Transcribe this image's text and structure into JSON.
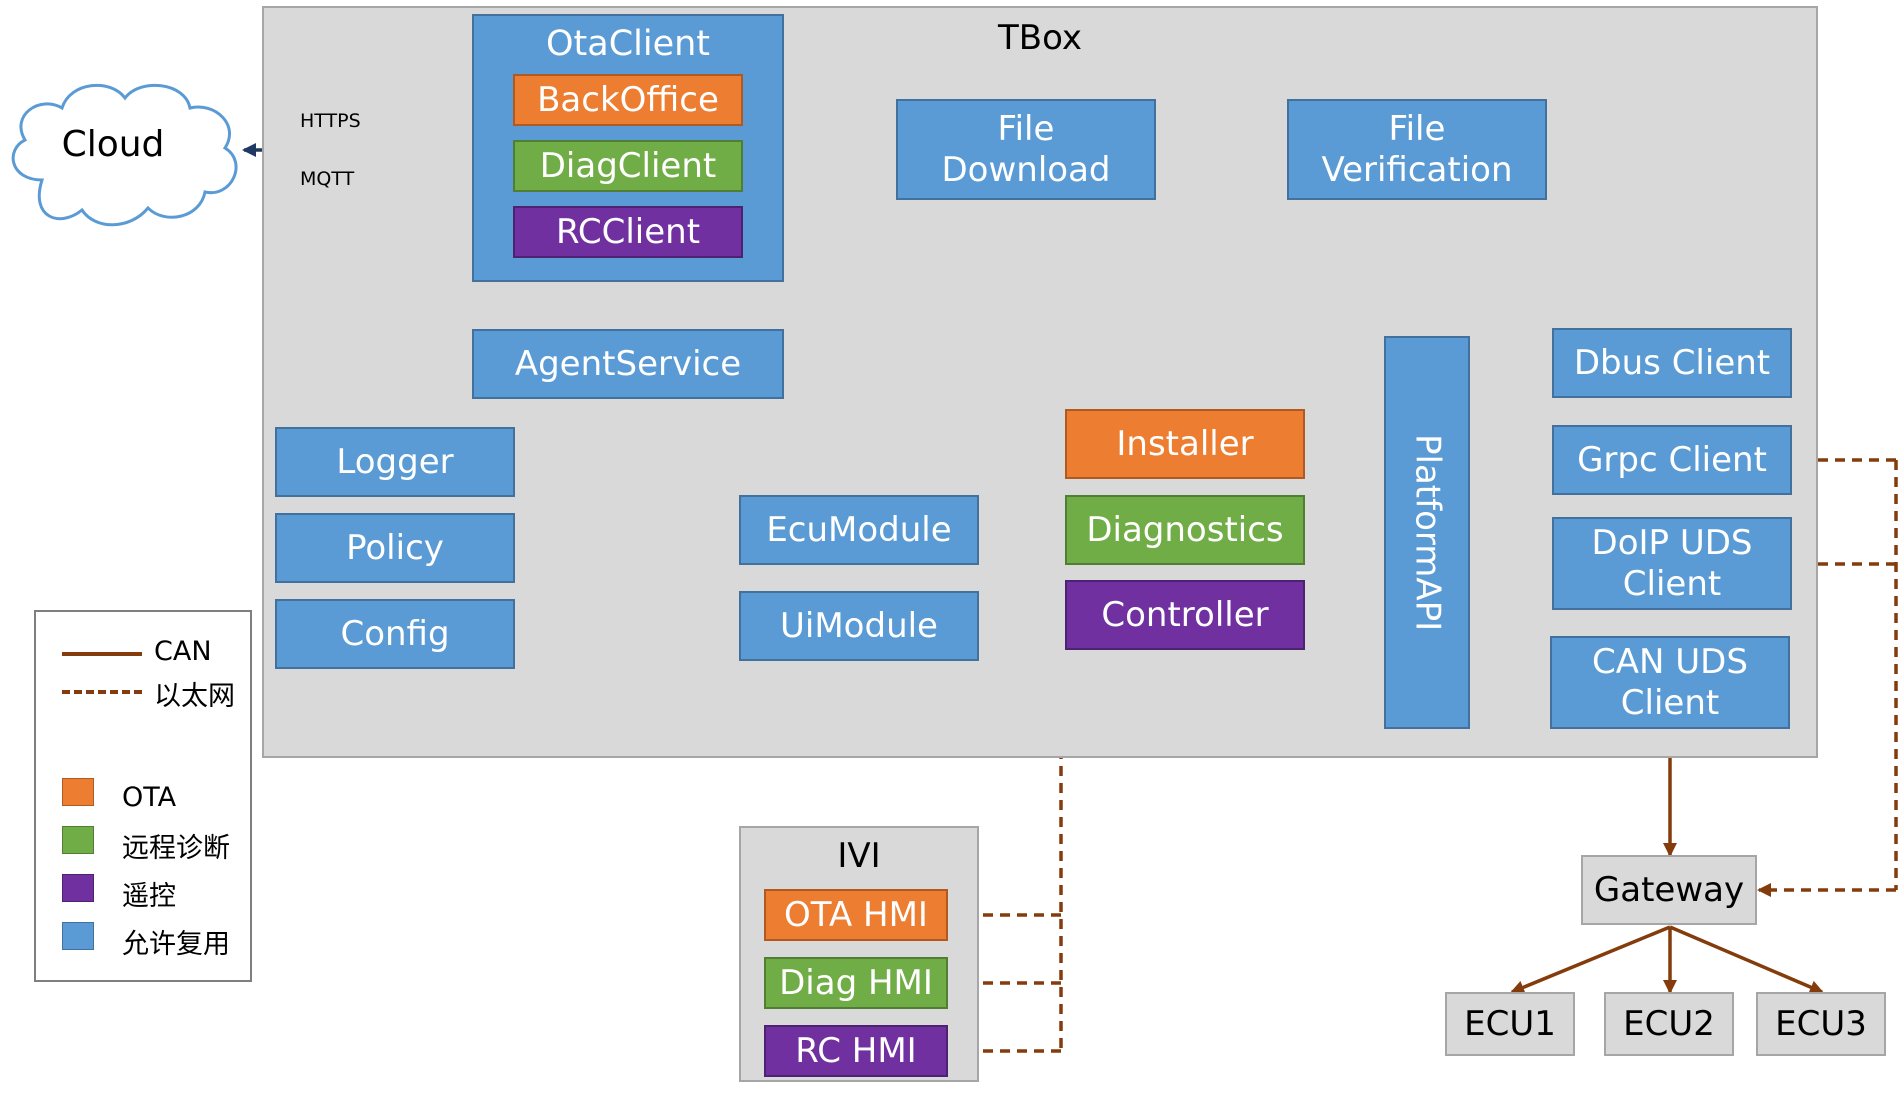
{
  "tbox": {
    "title": "TBox"
  },
  "cloud": {
    "label": "Cloud"
  },
  "protocols": {
    "top": "HTTPS",
    "bottom": "MQTT"
  },
  "ota_client": {
    "title": "OtaClient",
    "items": [
      "BackOffice",
      "DiagClient",
      "RCClient"
    ]
  },
  "file_download": "File\nDownload",
  "file_verification": "File\nVerification",
  "agent_service": "AgentService",
  "logger": "Logger",
  "policy": "Policy",
  "config": "Config",
  "ecu_module": "EcuModule",
  "ui_module": "UiModule",
  "installer": "Installer",
  "diagnostics": "Diagnostics",
  "controller": "Controller",
  "platform_api": "PlatformAPI",
  "dbus_client": "Dbus Client",
  "grpc_client": "Grpc Client",
  "doip_client": "DoIP UDS\nClient",
  "can_client": "CAN UDS\nClient",
  "ivi": {
    "title": "IVI",
    "items": [
      "OTA HMI",
      "Diag HMI",
      "RC HMI"
    ]
  },
  "gateway": "Gateway",
  "ecus": [
    "ECU1",
    "ECU2",
    "ECU3"
  ],
  "legend": {
    "can": "CAN",
    "ethernet": "以太网",
    "ota": "OTA",
    "remote_diag": "远程诊断",
    "remote_control": "遥控",
    "reusable": "允许复用"
  },
  "colors": {
    "blue": "#5b9bd5",
    "orange": "#ed7d31",
    "green": "#70ad47",
    "purple": "#7030a0",
    "gray": "#d9d9d9",
    "link": "#843c0c",
    "mqtt_link": "#1f3864"
  }
}
